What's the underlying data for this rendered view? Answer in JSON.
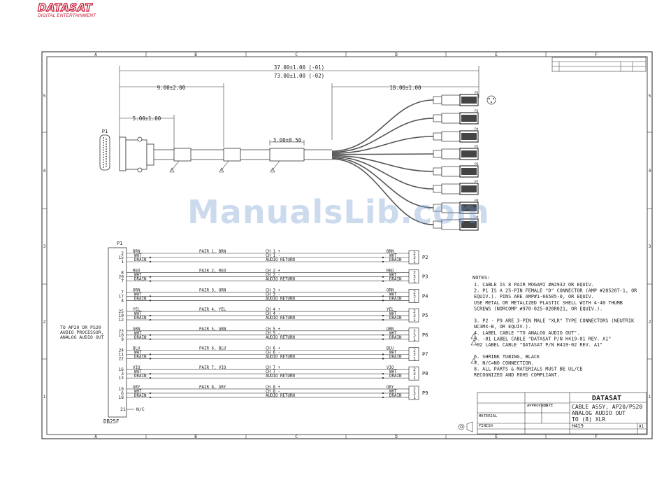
{
  "header": {
    "brand": "DATASAT",
    "tagline": "DIGITAL ENTERTAINMENT"
  },
  "watermark": "ManualsLib.com",
  "frame": {
    "columns": [
      "A",
      "B",
      "C",
      "D",
      "E",
      "F"
    ],
    "rows": [
      "5",
      "4",
      "3",
      "2",
      "1"
    ]
  },
  "dimensions": {
    "overall_1": "37.00±1.00 (-01)",
    "overall_2": "73.00±1.00 (-02)",
    "d9": "9.00±2.00",
    "d5": "5.00±1.00",
    "d3": "3.00±0.50",
    "d18": "18.00±1.00"
  },
  "connector_p1": "P1",
  "xlr_labels": [
    "P2",
    "P3",
    "P4",
    "P5",
    "P6",
    "P7",
    "P8",
    "P9"
  ],
  "schematic": {
    "p1_label": "P1",
    "db_label": "DB25F",
    "source_note_1": "TO AP20 OR PS20",
    "source_note_2": "AUDIO PROCESSOR,",
    "source_note_3": "ANALOG AUDIO OUT",
    "spare_pin": "21",
    "spare_label": "N/C",
    "pairs": [
      {
        "pins": [
          "2",
          "15",
          "1"
        ],
        "color": "BRN",
        "pair": "PAIR 1, BRN",
        "ch": "CH 1 +",
        "chm": "CH 1 -",
        "ret": "AUDIO RETURN",
        "p": "P2"
      },
      {
        "pins": [
          "8",
          "20",
          "7"
        ],
        "color": "RED",
        "pair": "PAIR 2, RED",
        "ch": "CH 2 +",
        "chm": "CH 2 -",
        "ret": "AUDIO RETURN",
        "p": "P3"
      },
      {
        "pins": [
          "7",
          "17",
          "4"
        ],
        "color": "ORN",
        "pair": "PAIR 3, ORN",
        "ch": "CH 3 +",
        "chm": "CH 3 -",
        "ret": "AUDIO RETURN",
        "p": "P4"
      },
      {
        "pins": [
          "25",
          "19",
          "12"
        ],
        "color": "YEL",
        "pair": "PAIR 4, YEL",
        "ch": "CH 4 +",
        "chm": "CH 4 -",
        "ret": "AUDIO RETURN",
        "p": "P5"
      },
      {
        "pins": [
          "23",
          "10",
          "9"
        ],
        "color": "GRN",
        "pair": "PAIR 5, GRN",
        "ch": "CH 5 +",
        "chm": "CH 5 -",
        "ret": "AUDIO RETURN",
        "p": "P6"
      },
      {
        "pins": [
          "24",
          "11",
          "22"
        ],
        "color": "BLU",
        "pair": "PAIR 6, BLU",
        "ch": "CH 6 +",
        "chm": "CH 6 -",
        "ret": "AUDIO RETURN",
        "p": "P7"
      },
      {
        "pins": [
          "16",
          "3",
          "13"
        ],
        "color": "VIO",
        "pair": "PAIR 7, VIO",
        "ch": "CH 7 +",
        "chm": "CH 7 -",
        "ret": "AUDIO RETURN",
        "p": "P8"
      },
      {
        "pins": [
          "19",
          "6",
          "18"
        ],
        "color": "GRY",
        "pair": "PAIR 8, GRY",
        "ch": "CH 8 +",
        "chm": "CH 8 -",
        "ret": "AUDIO RETURN",
        "p": "P9"
      }
    ],
    "wire_sub": [
      "WHT",
      "DRAIN"
    ],
    "xlr_pins": [
      "2",
      "3",
      "1"
    ]
  },
  "notes": {
    "heading": "NOTES:",
    "lines": [
      "1. CABLE IS 8 PAIR MOGAMI #W2932 OR EQUIV.",
      "2. P1 IS A 25-PIN FEMALE \"D\" CONNECTOR (AMP #205207-1, OR",
      "   EQUIV.). PINS ARE AMP#1-66505-0, OR EQUIV.",
      "   USE METAL OR METALIZED PLASTIC SHELL WITH 4-40 THUMB",
      "   SCREWS (NORCOMP #970-025-020R021, OR EQUIV.).",
      "",
      "3. P2 - P9 ARE 3-PIN MALE \"XLR\" TYPE CONNECTORS (NEUTRIK",
      "   NC3MX-B, OR EQUIV.).",
      "4. LABEL CABLE \"TO ANALOG AUDIO OUT\".",
      "5. -01 LABEL CABLE \"DATASAT P/N H419-01 REV. A1\"",
      "   -02 LABEL CABLE \"DATASAT P/N H419-02 REV. A1\"",
      "",
      "6. SHRINK TUBING, BLACK",
      "7. N/C=NO CONNECTION.",
      "8. ALL PARTS & MATERIALS MUST BE UL/CE",
      "   RECOGNIZED AND ROHS COMPLIANT."
    ]
  },
  "title_block": {
    "company": "DATASAT",
    "line1": "CABLE ASSY, AP20/PS20",
    "line2": "ANALOG AUDIO OUT",
    "line3": "TO (8) XLR",
    "dwg_no": "H419",
    "rev": "A1",
    "approvals": "APPROVALS",
    "date": "DATE",
    "material": "MATERIAL",
    "finish": "FINISH"
  }
}
